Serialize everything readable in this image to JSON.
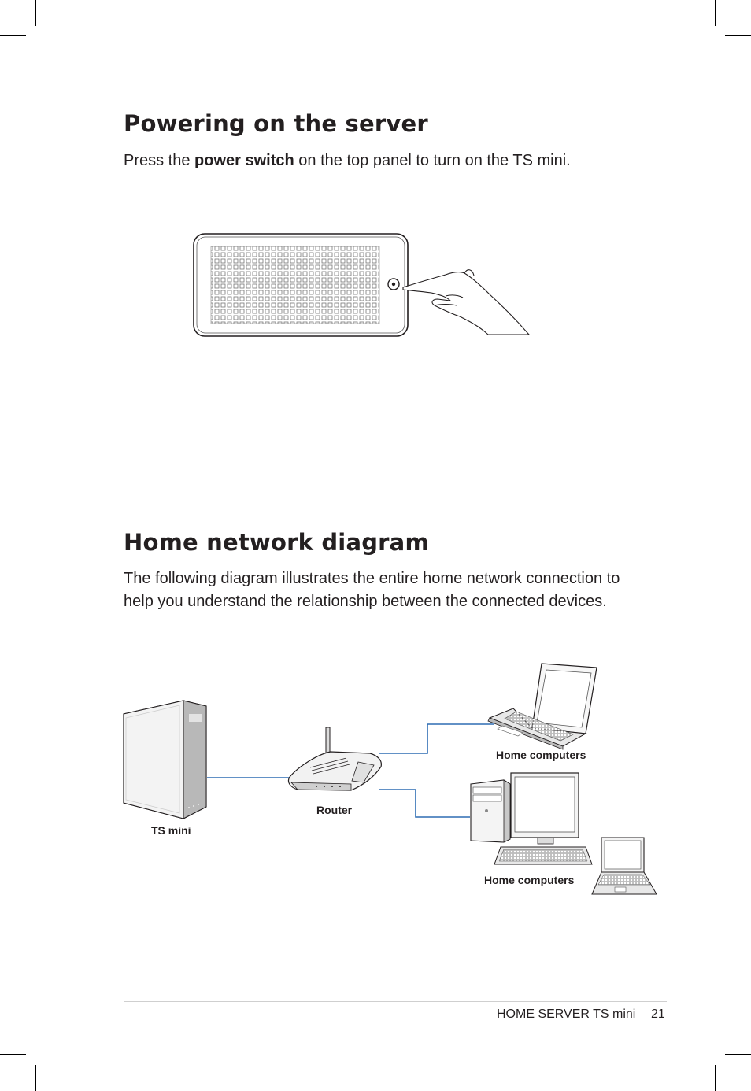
{
  "section1": {
    "heading": "Powering on the server",
    "intro_before": "Press the ",
    "intro_bold": "power switch",
    "intro_after": " on the top panel to turn on the TS mini."
  },
  "section2": {
    "heading": "Home network diagram",
    "paragraph": "The following diagram illustrates the entire home network connection to help you understand the relationship between the connected devices."
  },
  "diagram": {
    "ts_label": "TS mini",
    "router_label": "Router",
    "laptop_label": "Home computers",
    "desktop_label": "Home computers",
    "line_color": "#2e6db4"
  },
  "footer": {
    "product": "HOME SERVER TS mini",
    "page_number": "21"
  }
}
